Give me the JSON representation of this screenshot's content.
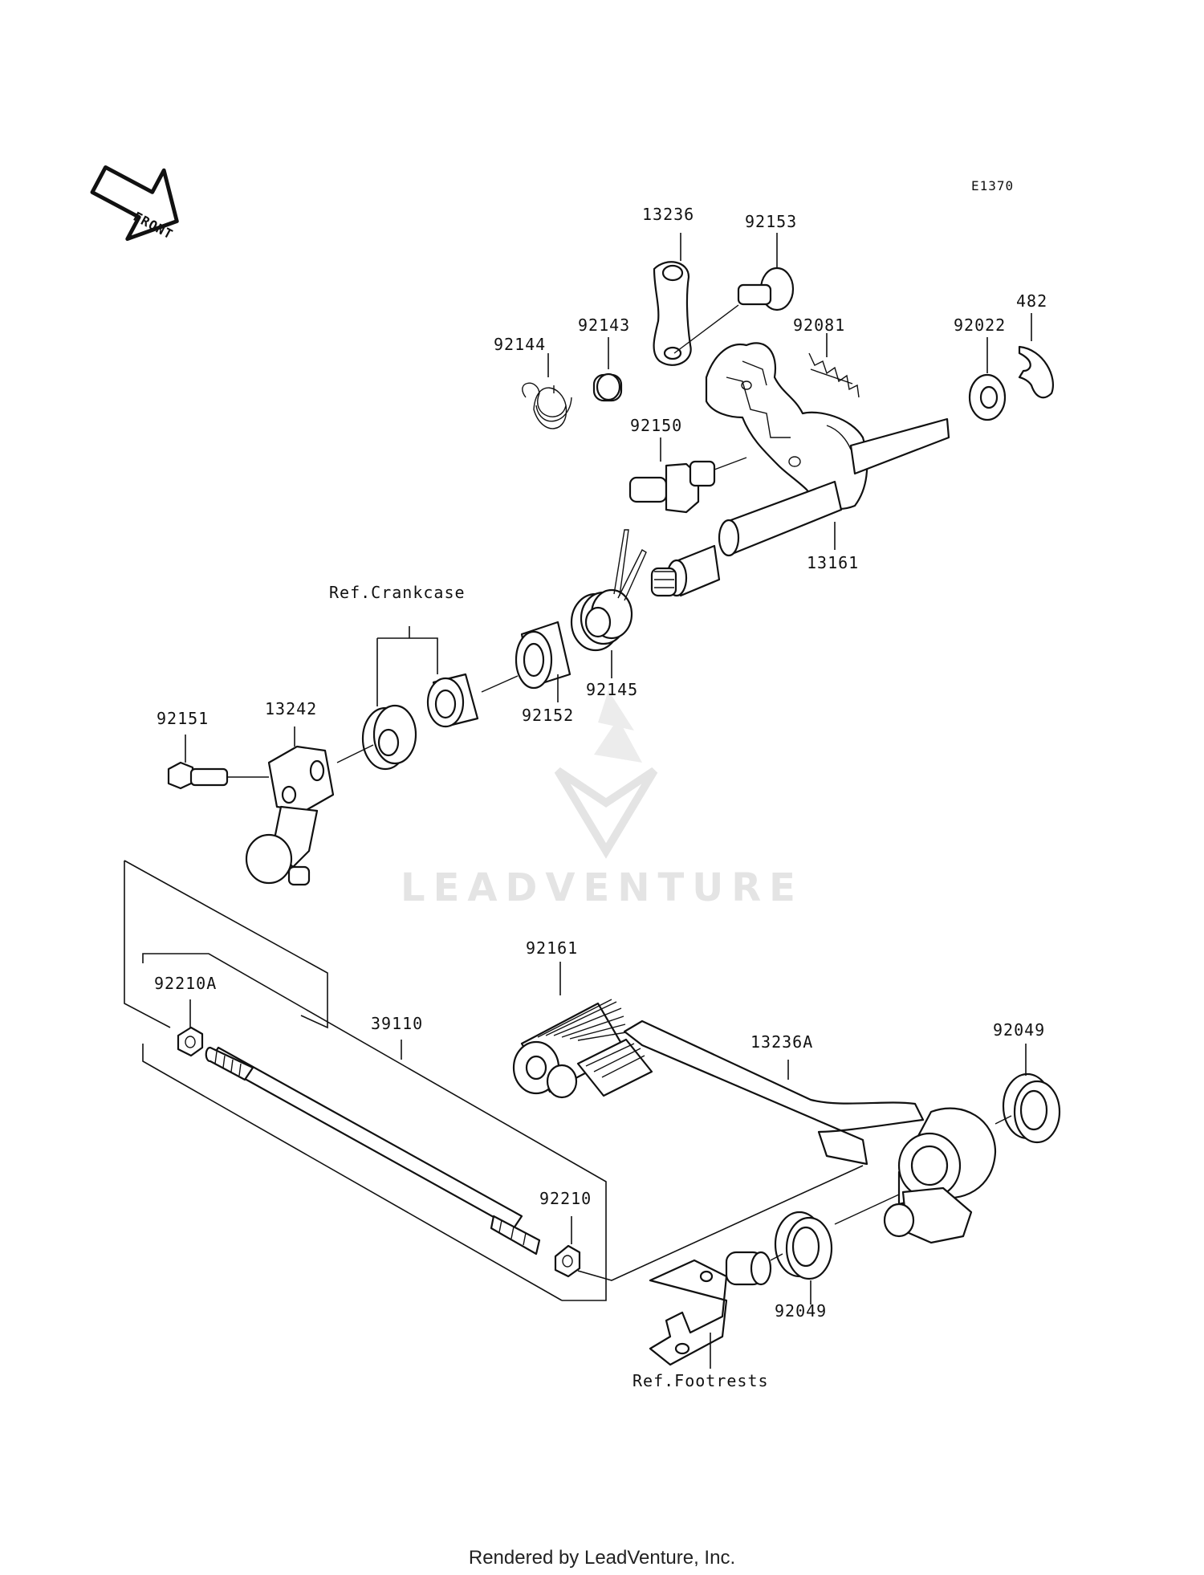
{
  "diagram": {
    "code": "E1370",
    "front_label": "FRONT",
    "parts": {
      "p13236": "13236",
      "p92153": "92153",
      "p92143": "92143",
      "p92144": "92144",
      "p92081": "92081",
      "p92022": "92022",
      "p482": "482",
      "p92150": "92150",
      "p13161": "13161",
      "p92145": "92145",
      "p92152": "92152",
      "p92151": "92151",
      "p13242": "13242",
      "p92161": "92161",
      "p92210A": "92210A",
      "p39110": "39110",
      "p13236A": "13236A",
      "p92049a": "92049",
      "p92049b": "92049",
      "p92210": "92210"
    },
    "refs": {
      "crankcase": "Ref.Crankcase",
      "footrests": "Ref.Footrests"
    }
  },
  "watermark": "LEADVENTURE",
  "footer": "Rendered by LeadVenture, Inc."
}
